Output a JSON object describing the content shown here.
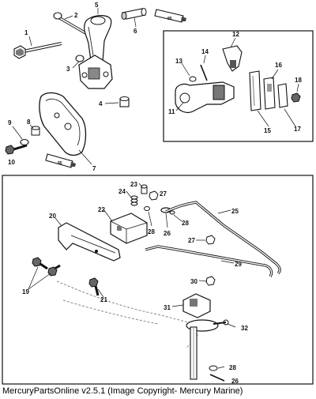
{
  "caption": "MercuryPartsOnline v2.5.1 (Image Copyright- Mercury Marine)",
  "sealant_label": "95",
  "callouts": [
    "1",
    "2",
    "3",
    "4",
    "5",
    "6",
    "7",
    "8",
    "9",
    "10",
    "11",
    "12",
    "13",
    "14",
    "15",
    "16",
    "17",
    "18",
    "19",
    "20",
    "21",
    "22",
    "23",
    "24",
    "25",
    "26",
    "27",
    "28",
    "29",
    "30",
    "31",
    "32"
  ],
  "colors": {
    "line": "#111111",
    "part_fill": "#ffffff",
    "shade": "#9a9a9a",
    "dark": "#333333"
  }
}
